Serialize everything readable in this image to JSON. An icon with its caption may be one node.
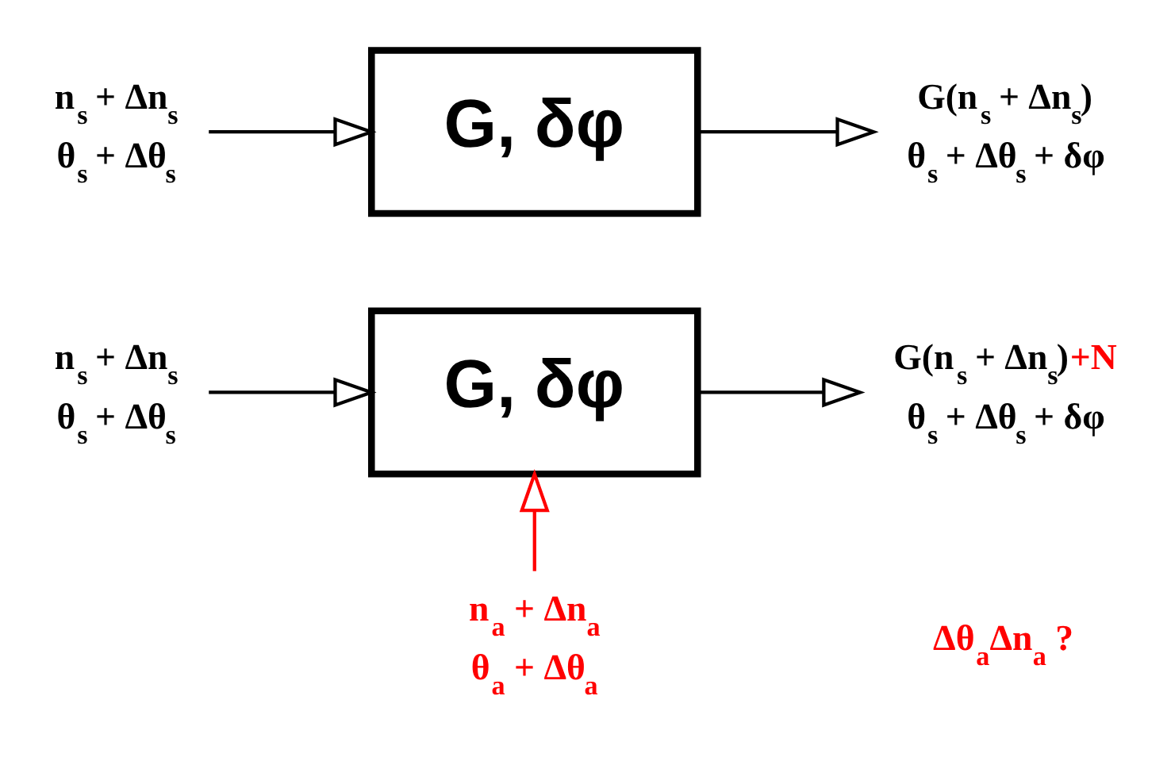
{
  "diagram": {
    "nodes": [
      {
        "text": [
          "n$_{s}$ + Δn$_{s}$",
          "θ$_{s}$ + Δθ$_{s}$"
        ]
      },
      {
        "text": [
          "G, δφ"
        ]
      },
      {
        "text": [
          "G(n$_{s}$ + Δn$_{s}$)",
          "θ$_{s}$ + Δθ$_{s}$ + δφ"
        ]
      },
      {
        "text": [
          "n$_{s}$ + Δn$_{s}$",
          "θ$_{s}$ + Δθ$_{s}$"
        ]
      },
      {
        "text": [
          "G, δφ"
        ]
      },
      {
        "text": [
          "G(n$_{s}$ + Δn$_{s}$)+N",
          "θ$_{s}$ + Δθ$_{s}$ + δφ"
        ]
      },
      {
        "text": [
          "n$_{a}$ + Δn$_{a}$",
          "θ$_{a}$ + Δθ$_{a}$"
        ]
      }
    ],
    "edges": [
      {
        "from": 0,
        "to": 1,
        "arrow": "to"
      },
      {
        "from": 1,
        "to": 2,
        "arrow": "to"
      },
      {
        "from": 3,
        "to": 4,
        "arrow": "to"
      },
      {
        "from": 4,
        "to": 5,
        "arrow": "to"
      },
      {
        "from": 6,
        "to": 4,
        "arrow": "to",
        "color": "#ff0000"
      }
    ],
    "labels": [
      "Δθ$_{a}$Δn$_{a}$ ?"
    ]
  }
}
